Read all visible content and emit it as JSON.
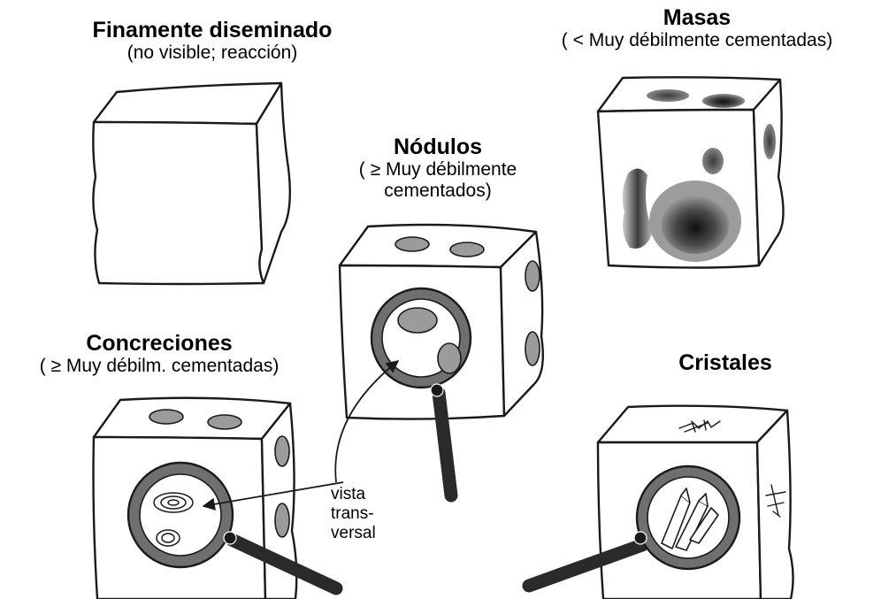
{
  "panels": {
    "finamente": {
      "title": "Finamente diseminado",
      "subtitle": "(no visible; reacción)"
    },
    "masas": {
      "title": "Masas",
      "subtitle": "( < Muy débilmente cementadas)"
    },
    "nodulos": {
      "title": "Nódulos",
      "subtitle_line1": "( ≥ Muy débilmente",
      "subtitle_line2": "cementados)"
    },
    "concreciones": {
      "title": "Concreciones",
      "subtitle": "( ≥ Muy débilm. cementadas)"
    },
    "cristales": {
      "title": "Cristales"
    }
  },
  "annotation": {
    "line1": "vista",
    "line2": "trans-",
    "line3": "versal"
  },
  "colors": {
    "ink": "#1a1a1a",
    "nodule_fill": "#9b9b9b",
    "glass_ring": "#6f6f6f",
    "handle": "#2a2a2a"
  }
}
